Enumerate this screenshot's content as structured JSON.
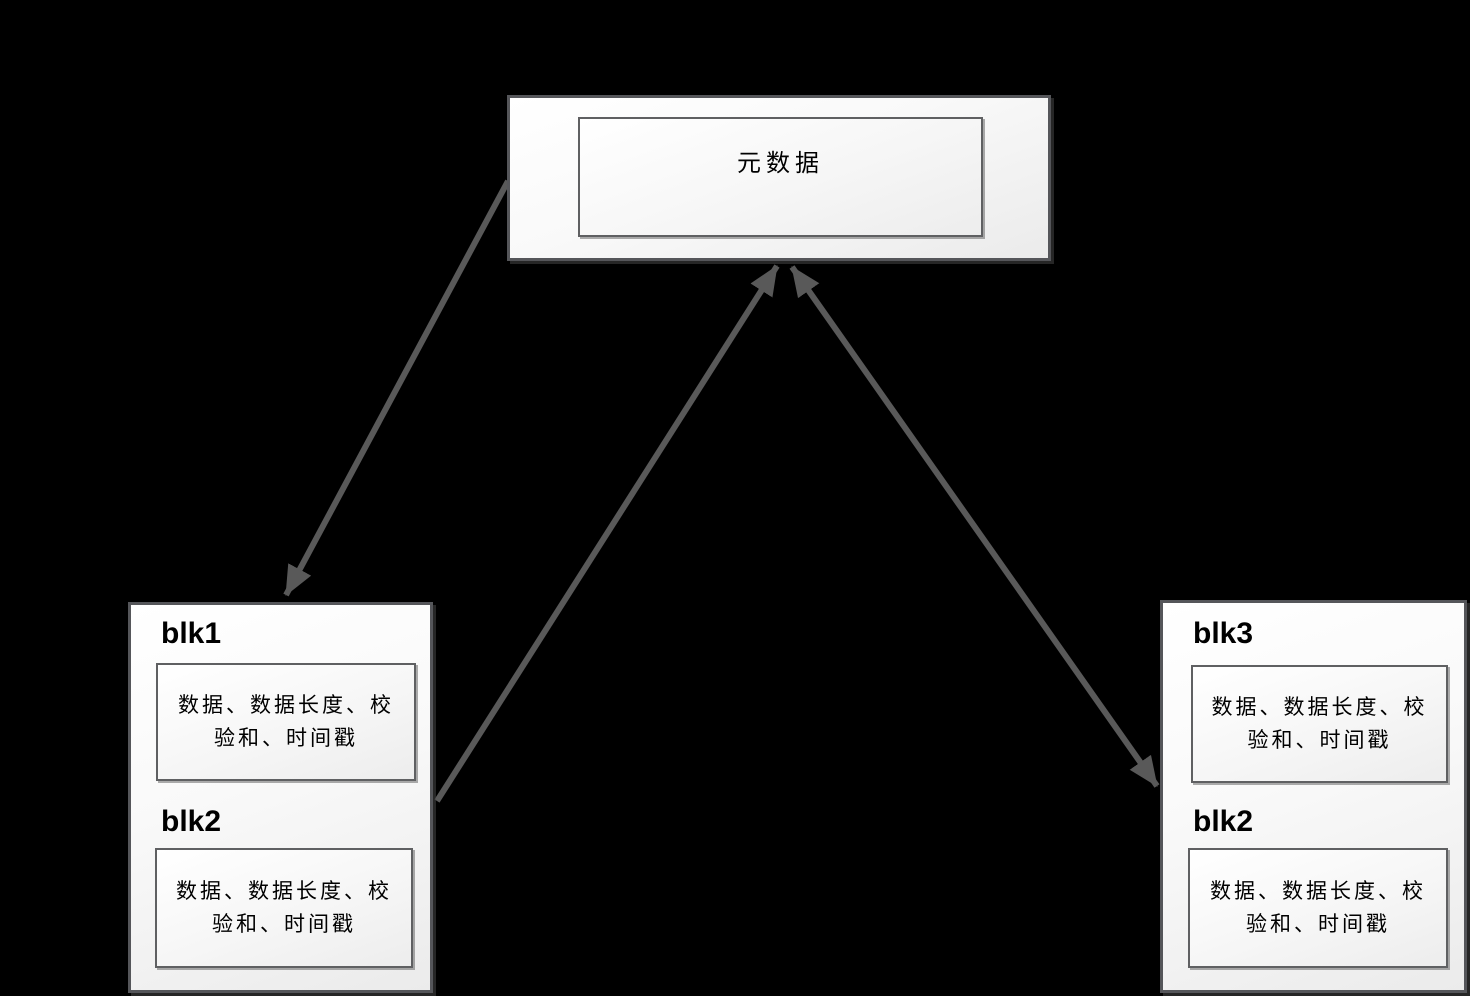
{
  "colors": {
    "background": "#000000",
    "arrow": "#595959",
    "box_border": "#55565a",
    "inner_border": "#5f6062",
    "box_fill_top": "#ffffff",
    "box_fill_bottom": "#ebebeb",
    "text": "#000000"
  },
  "metadata_box": {
    "label": "元数据"
  },
  "datanode_left": {
    "blocks": [
      {
        "name": "blk1",
        "lines": [
          "数据、数据长度、校",
          "验和、时间戳"
        ]
      },
      {
        "name": "blk2",
        "lines": [
          "数据、数据长度、校",
          "验和、时间戳"
        ]
      }
    ]
  },
  "datanode_right": {
    "blocks": [
      {
        "name": "blk3",
        "lines": [
          "数据、数据长度、校",
          "验和、时间戳"
        ]
      },
      {
        "name": "blk2",
        "lines": [
          "数据、数据长度、校",
          "验和、时间戳"
        ]
      }
    ]
  },
  "arrows": [
    {
      "name": "metadata-to-datanode-left",
      "heads": "end"
    },
    {
      "name": "datanode-left-to-metadata",
      "heads": "end"
    },
    {
      "name": "metadata-datanode-right-bidirectional",
      "heads": "both"
    }
  ]
}
